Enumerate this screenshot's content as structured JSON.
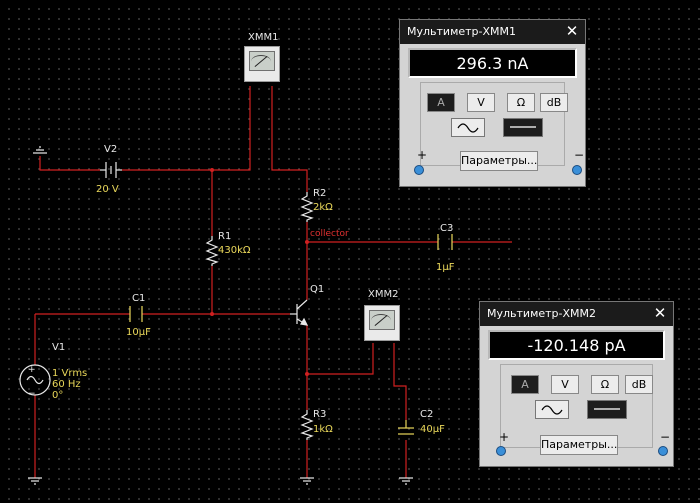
{
  "schematic": {
    "instruments": [
      {
        "ref": "XMM1"
      },
      {
        "ref": "XMM2"
      }
    ],
    "components": {
      "v2": {
        "ref": "V2",
        "value": "20 V"
      },
      "r1": {
        "ref": "R1",
        "value": "430kΩ"
      },
      "r2": {
        "ref": "R2",
        "value": "2kΩ"
      },
      "r3": {
        "ref": "R3",
        "value": "1kΩ"
      },
      "c1": {
        "ref": "C1",
        "value": "10µF"
      },
      "c2": {
        "ref": "C2",
        "value": "40µF"
      },
      "c3": {
        "ref": "C3",
        "value": "1µF"
      },
      "q1": {
        "ref": "Q1"
      },
      "v1": {
        "ref": "V1",
        "value1": "1 Vrms",
        "value2": "60 Hz",
        "value3": "0°"
      }
    },
    "net_label": "collector",
    "colors": {
      "wire": "#d02020",
      "component": "#e8e8e8",
      "value": "#e9d75a",
      "background": "#000000"
    }
  },
  "multimeters": [
    {
      "title": "Мультиметр-XMM1",
      "close": "✕",
      "reading": "296.3 nA",
      "modes": [
        "A",
        "V",
        "Ω",
        "dB"
      ],
      "active_mode": "A",
      "settings_button": "Параметры...",
      "plus": "+",
      "minus": "−"
    },
    {
      "title": "Мультиметр-XMM2",
      "close": "✕",
      "reading": "-120.148 pA",
      "modes": [
        "A",
        "V",
        "Ω",
        "dB"
      ],
      "active_mode": "A",
      "settings_button": "Параметры...",
      "plus": "+",
      "minus": "−"
    }
  ]
}
